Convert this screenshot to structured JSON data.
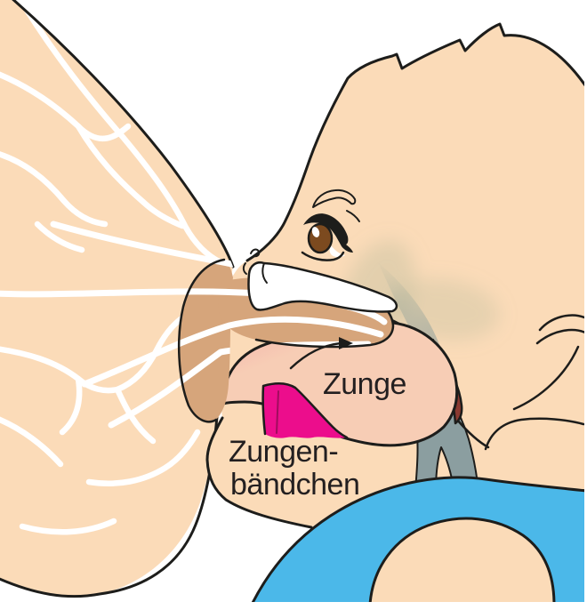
{
  "illustration": {
    "labels": {
      "tongue": "Zunge",
      "frenulum_line1": "Zungen-",
      "frenulum_line2": "bändchen"
    },
    "colors": {
      "skin": "#fbdbb8",
      "areola_nipple": "#d6a57b",
      "milk_ducts": "#ffffff",
      "palate": "#8b3a31",
      "tongue_top": "#ef8099",
      "tongue_bottom": "#f7cdb5",
      "frenulum": "#ec0d8c",
      "collar": "#4bb8e9",
      "throat_shading": "#8b9ea0",
      "outline": "#1d1d1b",
      "iris": "#7c4a1f",
      "label_text": "#231f20"
    }
  }
}
